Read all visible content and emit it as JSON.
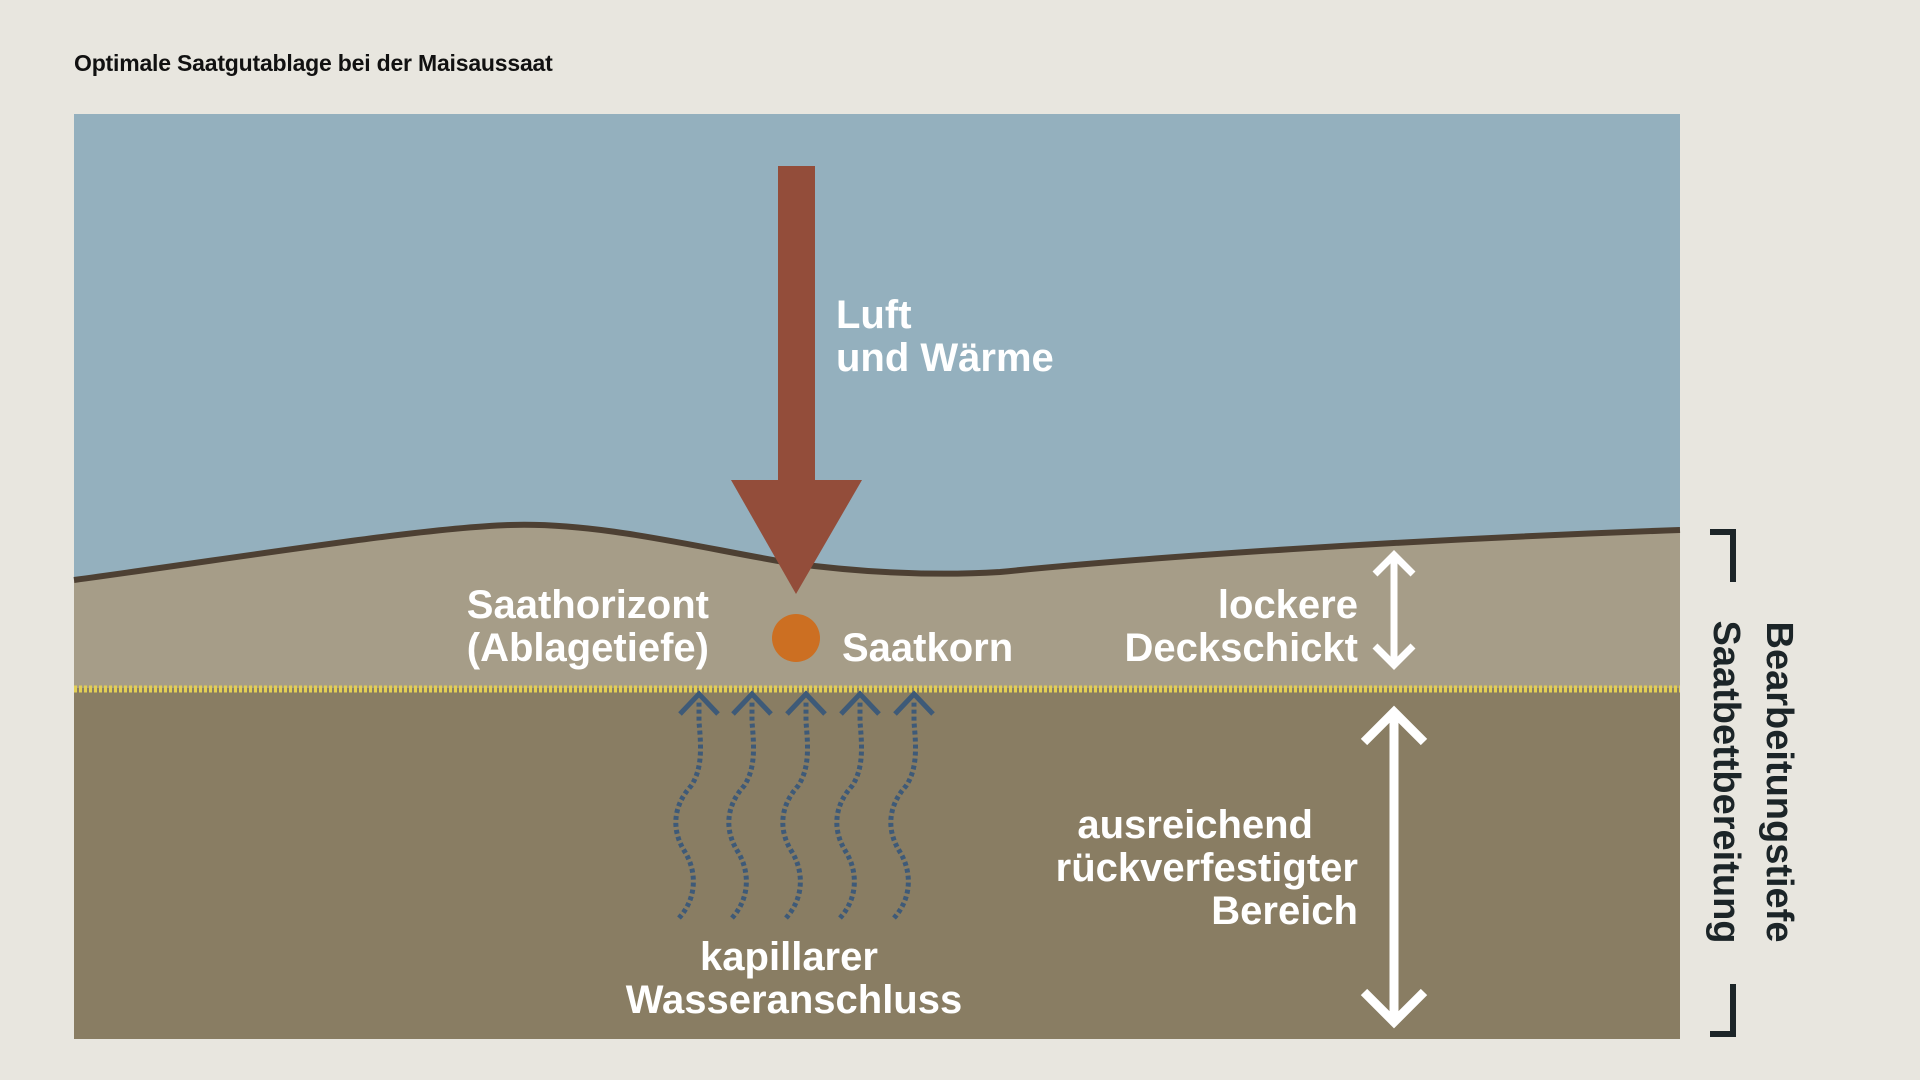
{
  "title": "Optimale Saatgutablage bei der Maisaussaat",
  "labels": {
    "air_heat_line1": "Luft",
    "air_heat_line2": "und Wärme",
    "seed_horizon_line1": "Saathorizont",
    "seed_horizon_line2": "(Ablagetiefe)",
    "seed": "Saatkorn",
    "loose_layer_line1": "lockere",
    "loose_layer_line2": "Deckschickt",
    "firm_zone_line1": "ausreichend",
    "firm_zone_line2": "rückverfestigter",
    "firm_zone_line3": "Bereich",
    "capillary_line1": "kapillarer",
    "capillary_line2": "Wasseranschluss",
    "side_line1": "Bearbeitungstiefe",
    "side_line2": "Saatbettbereitung"
  },
  "colors": {
    "background": "#e8e6df",
    "sky": "#94b0be",
    "topsoil": "#a69d88",
    "subsoil": "#897d63",
    "surface_line": "#4d4033",
    "air_arrow": "#934d3a",
    "seed": "#cc6f22",
    "seed_horizon_line": "#e2cf55",
    "water_arrows": "#3e5a78",
    "label_text": "#ffffff",
    "bracket": "#1c2528"
  },
  "icons": {
    "air_arrow": "down-arrow-icon",
    "seed": "seed-icon",
    "water": "wavy-up-arrow-icon",
    "depth": "double-arrow-icon"
  }
}
